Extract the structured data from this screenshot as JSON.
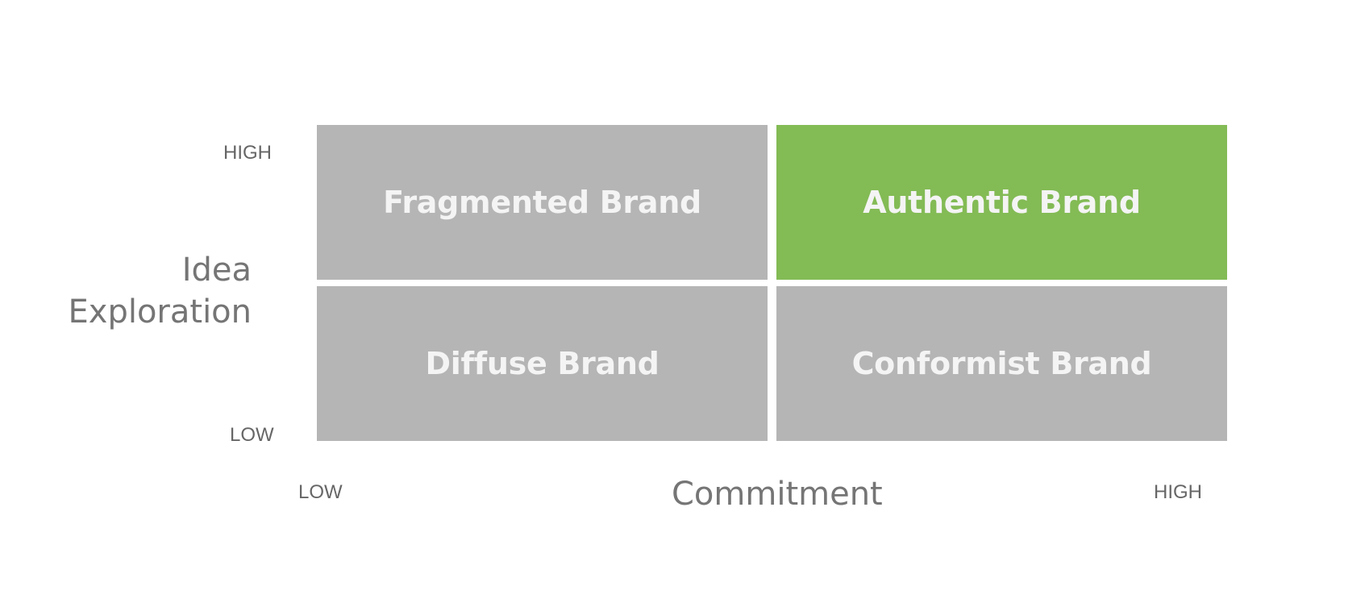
{
  "quadrants": {
    "top_left": "Fragmented Brand",
    "top_right": "Authentic Brand",
    "bottom_left": "Diffuse Brand",
    "bottom_right": "Conformist Brand"
  },
  "y_axis": {
    "title_line1": "Idea",
    "title_line2": "Exploration",
    "high": "HIGH",
    "low": "LOW"
  },
  "x_axis": {
    "title": "Commitment",
    "low": "LOW",
    "high": "HIGH"
  },
  "colors": {
    "quadrant_default": "#b5b5b5",
    "quadrant_highlight": "#83bb55",
    "quadrant_text": "#f4f4f4",
    "label_text": "#666666"
  }
}
